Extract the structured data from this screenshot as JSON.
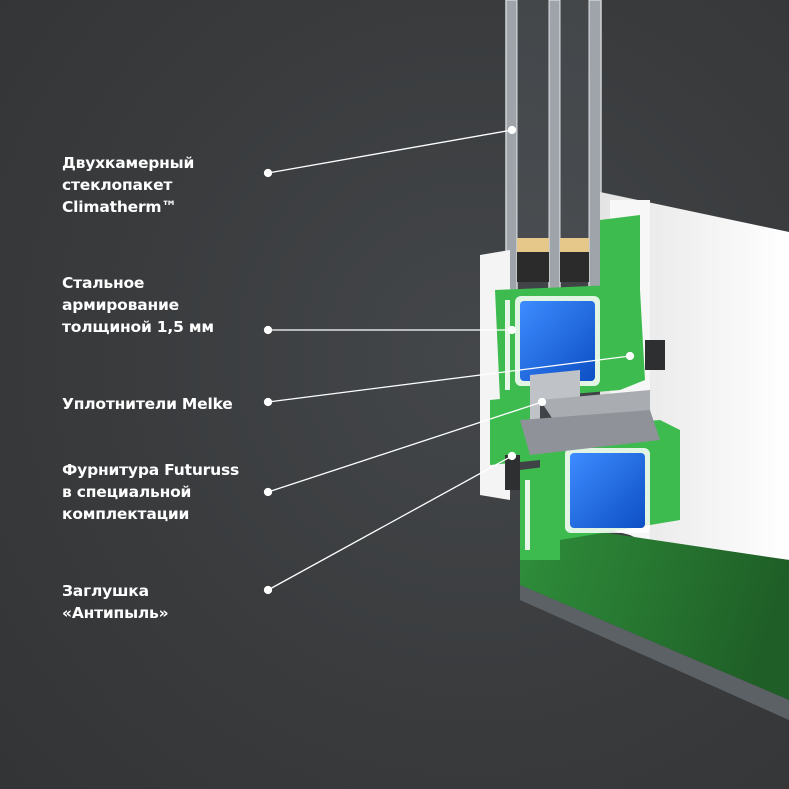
{
  "callouts": {
    "glass": {
      "lines": [
        "Двухкамерный",
        "стеклопакет",
        "Climatherm™"
      ]
    },
    "steel": {
      "lines": [
        "Стальное",
        "армирование",
        "толщиной 1,5 мм"
      ]
    },
    "seals": {
      "lines": [
        "Уплотнители Melke"
      ]
    },
    "fittings": {
      "lines": [
        "Фурнитура Futuruss",
        "в специальной",
        "комплектации"
      ]
    },
    "plug": {
      "lines": [
        "Заглушка",
        "«Антипыль»"
      ]
    }
  },
  "colors": {
    "background": "#3a3c3e",
    "text": "#ffffff",
    "frame_white": "#f2f2f2",
    "chamber_green": "#3dbb4e",
    "steel_blue": "#1e6fe0",
    "glass_gray": "#9aa0a6"
  }
}
